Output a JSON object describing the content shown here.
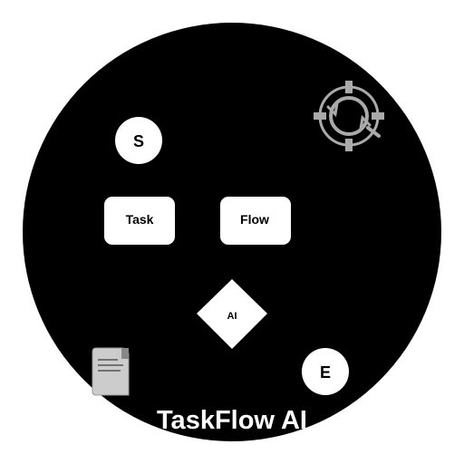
{
  "logo": {
    "title": "TaskFlow AI",
    "nodes": {
      "start": "S",
      "task": "Task",
      "flow": "Flow",
      "decision": "AI",
      "end": "E"
    },
    "icons": {
      "sync": "sync-gear-icon",
      "document": "document-icon"
    },
    "colors": {
      "background": "#000000",
      "node_fill": "#ffffff",
      "node_text": "#000000",
      "icon_gray": "#aaaaaa",
      "document_fill": "#cccccc",
      "title_color": "#ffffff"
    }
  }
}
